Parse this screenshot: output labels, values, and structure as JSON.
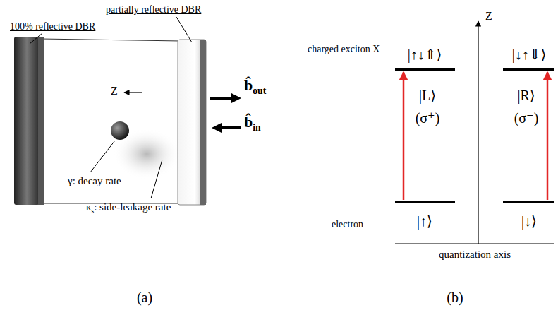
{
  "diagram": {
    "labels": [
      "partially reflective DBR",
      "100% reflective DBR",
      "Z",
      "b̂",
      "out",
      "b̂",
      "in",
      "γ: decay rate",
      "κ",
      "s",
      ": side-leakage rate",
      "(a)",
      "charged exciton X⁻",
      "|↑↓⇑⟩",
      "|↓↑⇓⟩",
      "Z",
      "|L⟩",
      "(σ⁺)",
      "|R⟩",
      "(σ⁻)",
      "electron",
      "|↑⟩",
      "|↓⟩",
      "quantization axis",
      "(b)"
    ]
  }
}
